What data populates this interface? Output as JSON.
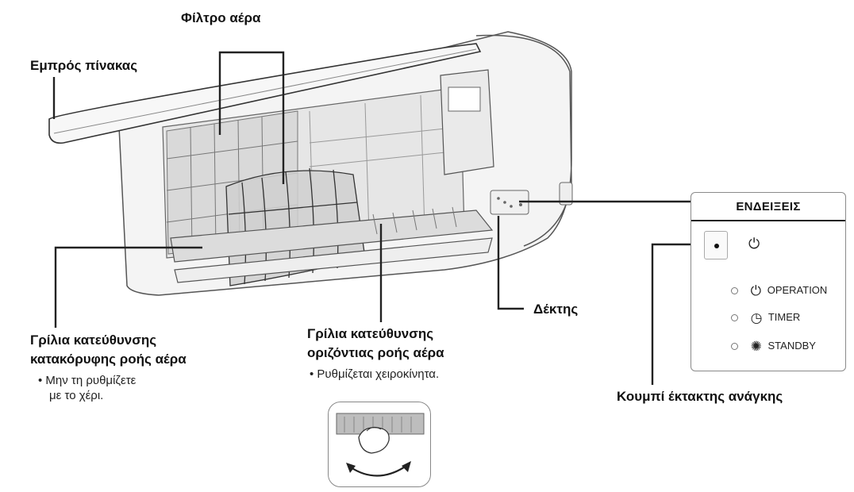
{
  "labels": {
    "front_panel": "Εμπρός πίνακας",
    "air_filter": "Φίλτρο αέρα",
    "vertical_louver_line1": "Γρίλια κατεύθυνσης",
    "vertical_louver_line2": "κατακόρυφης ροής αέρα",
    "vertical_louver_note_line1": "•  Μην τη ρυθμίζετε",
    "vertical_louver_note_line2": "με το χέρι.",
    "horizontal_louver_line1": "Γρίλια κατεύθυνσης",
    "horizontal_louver_line2": "οριζόντιας ροής αέρα",
    "horizontal_louver_note": "•  Ρυθμίζεται  χειροκίνητα.",
    "receiver": "Δέκτης",
    "emergency_button": "Κουμπί έκτακτης ανάγκης"
  },
  "indicator_panel": {
    "title": "ΕΝΔΕΙΞΕΙΣ",
    "power_symbol": "⏻",
    "rows": [
      {
        "icon": "⏻",
        "label": "OPERATION"
      },
      {
        "icon": "◷",
        "label": "TIMER"
      },
      {
        "icon": "✺",
        "label": "STANDBY"
      }
    ]
  }
}
